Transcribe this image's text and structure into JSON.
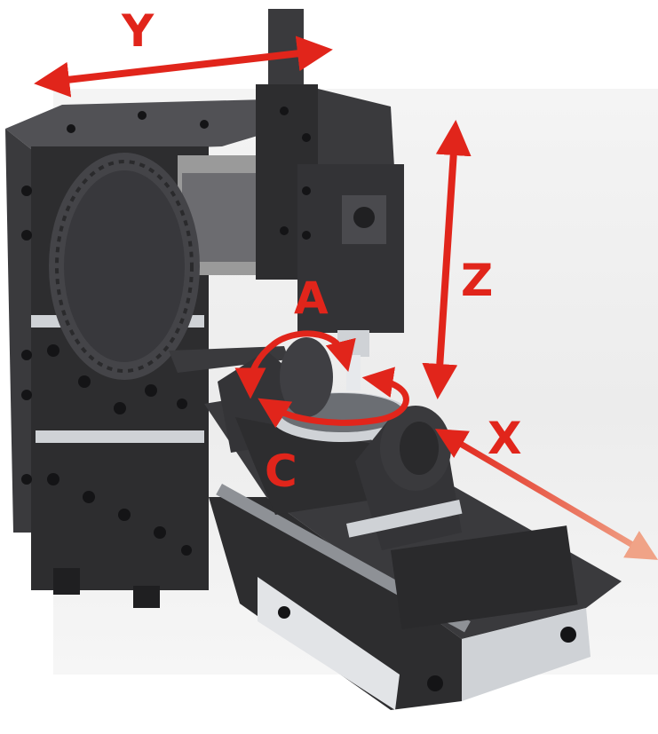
{
  "image": {
    "subject": "five-axis-machining-centre"
  },
  "colors": {
    "axis": "#e1251b",
    "axis_x_fade": "#f0a387",
    "machine_dark": "#2d2d2f",
    "machine_mid": "#3a3a3d",
    "machine_light": "#515155",
    "steel": "#cfd2d6",
    "background": "#ffffff"
  },
  "axes": {
    "y": {
      "label": "Y"
    },
    "z": {
      "label": "Z"
    },
    "x": {
      "label": "X"
    },
    "a": {
      "label": "A"
    },
    "c": {
      "label": "C"
    }
  }
}
